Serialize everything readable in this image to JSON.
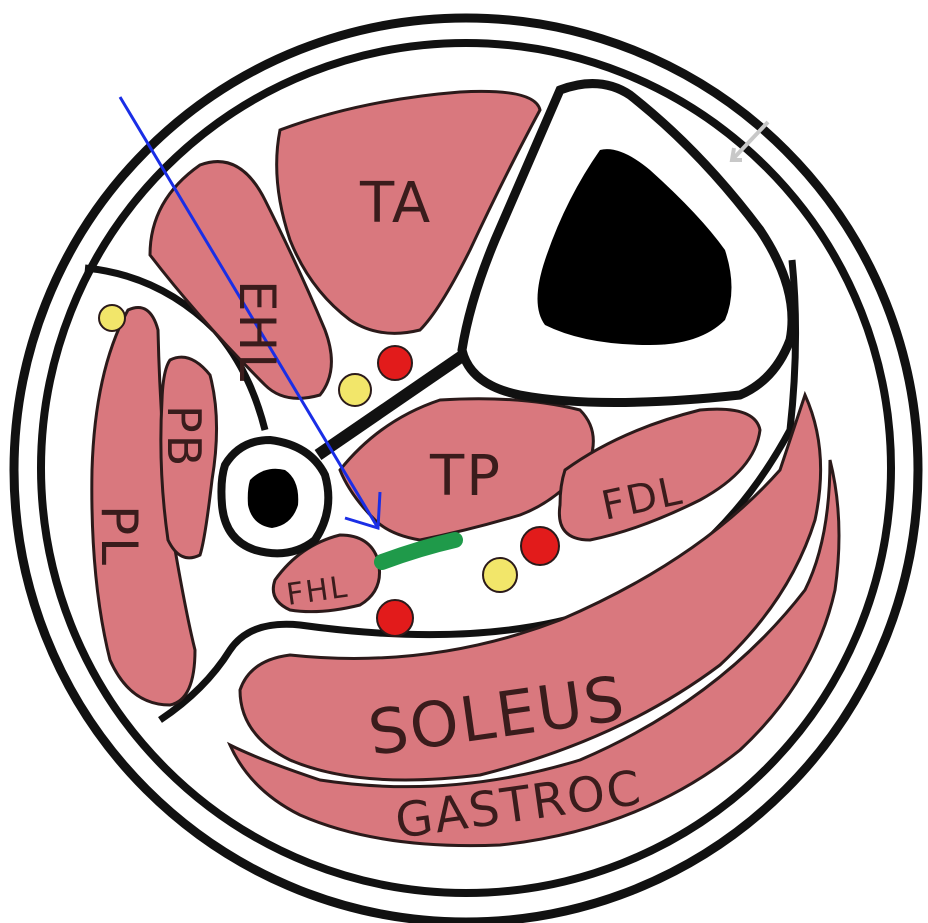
{
  "labels": {
    "ta": "TA",
    "ehl": "EHL",
    "pl": "PL",
    "pb": "PB",
    "tp": "TP",
    "fdl": "FDL",
    "fhl": "FHL",
    "soleus": "SOLEUS",
    "gastroc": "GASTROC"
  },
  "colors": {
    "muscle": "#d9787e",
    "muscle_light": "#e48a8f",
    "artery": "#e21b1b",
    "nerve": "#f2e66a",
    "annotation_arrow": "#1a2ee6",
    "highlight": "#1f9a4a",
    "bone": "#000000"
  }
}
